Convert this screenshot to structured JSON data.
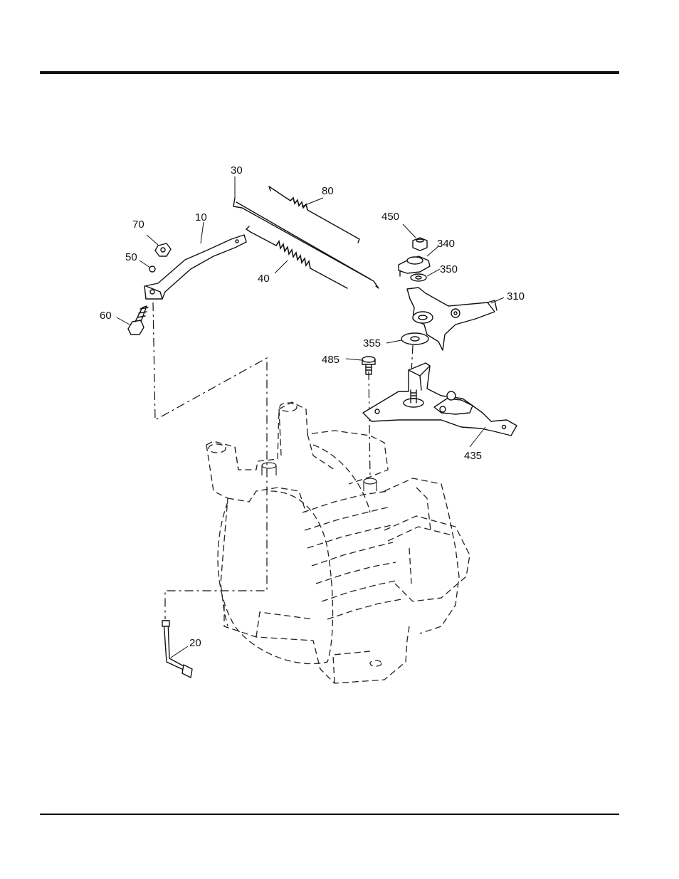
{
  "callouts": {
    "p10": "10",
    "p20": "20",
    "p30": "30",
    "p40": "40",
    "p50": "50",
    "p60": "60",
    "p70": "70",
    "p80": "80",
    "p310": "310",
    "p340": "340",
    "p350": "350",
    "p355": "355",
    "p435": "435",
    "p450": "450",
    "p485": "485"
  }
}
